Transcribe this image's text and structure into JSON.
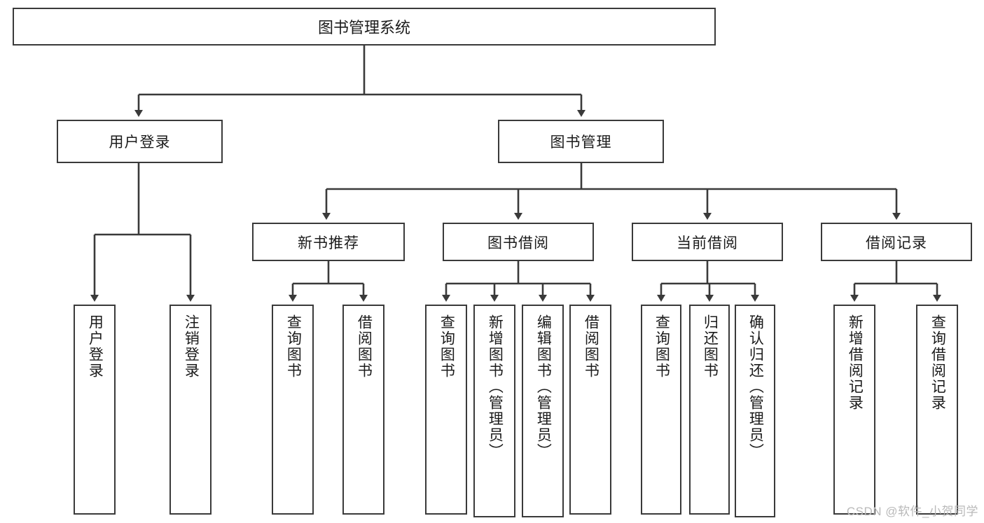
{
  "diagram": {
    "title": "图书管理系统",
    "type": "tree-hierarchy",
    "root": {
      "label": "图书管理系统"
    },
    "level2": [
      {
        "label": "用户登录"
      },
      {
        "label": "图书管理"
      }
    ],
    "level3": [
      {
        "label": "新书推荐"
      },
      {
        "label": "图书借阅"
      },
      {
        "label": "当前借阅"
      },
      {
        "label": "借阅记录"
      }
    ],
    "leaves": {
      "user_login": [
        {
          "label": "用户登录"
        },
        {
          "label": "注销登录"
        }
      ],
      "new_book_recommend": [
        {
          "label": "查询图书"
        },
        {
          "label": "借阅图书"
        }
      ],
      "book_borrow": [
        {
          "label": "查询图书"
        },
        {
          "label": "新增图书（管理员）"
        },
        {
          "label": "编辑图书（管理员）"
        },
        {
          "label": "借阅图书"
        }
      ],
      "current_borrow": [
        {
          "label": "查询图书"
        },
        {
          "label": "归还图书"
        },
        {
          "label": "确认归还（管理员）"
        }
      ],
      "borrow_record": [
        {
          "label": "新增借阅记录"
        },
        {
          "label": "查询借阅记录"
        }
      ]
    }
  },
  "watermark": {
    "text": "CSDN @软件_小贺同学"
  },
  "colors": {
    "border": "#3a3a3a",
    "text": "#1b1b1b",
    "background": "#ffffff",
    "watermark": "#b9b9b9"
  }
}
